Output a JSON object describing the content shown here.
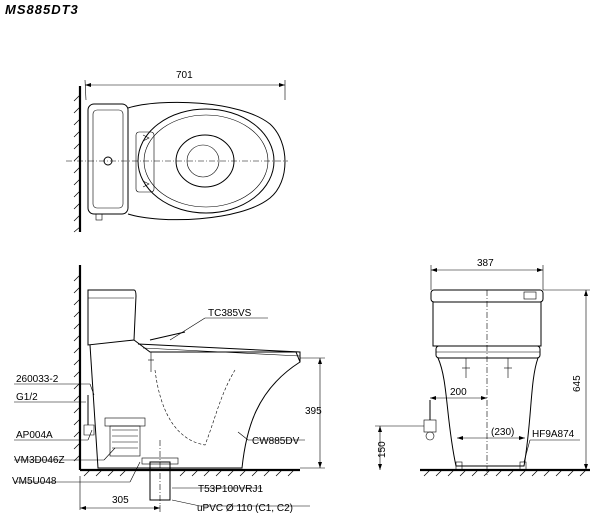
{
  "title": "MS885DT3",
  "dimensions": {
    "top_width": "701",
    "side_width": "387",
    "seat_height": "395",
    "total_height": "645",
    "outlet_offset": "305",
    "supply_distance": "200",
    "supply_spacing": "(230)",
    "supply_height": "150"
  },
  "labels": {
    "seat": "TC385VS",
    "bowl": "CW885DV",
    "hinge": "HF9A874",
    "hose": "260033-2",
    "thread": "G1/2",
    "valve_a": "AP004A",
    "valve_b": "VM3D046Z",
    "valve_c": "VM5U048",
    "trap": "T53P100VRJ1",
    "pipe": "uPVC Ø 110 (C1, C2)"
  }
}
